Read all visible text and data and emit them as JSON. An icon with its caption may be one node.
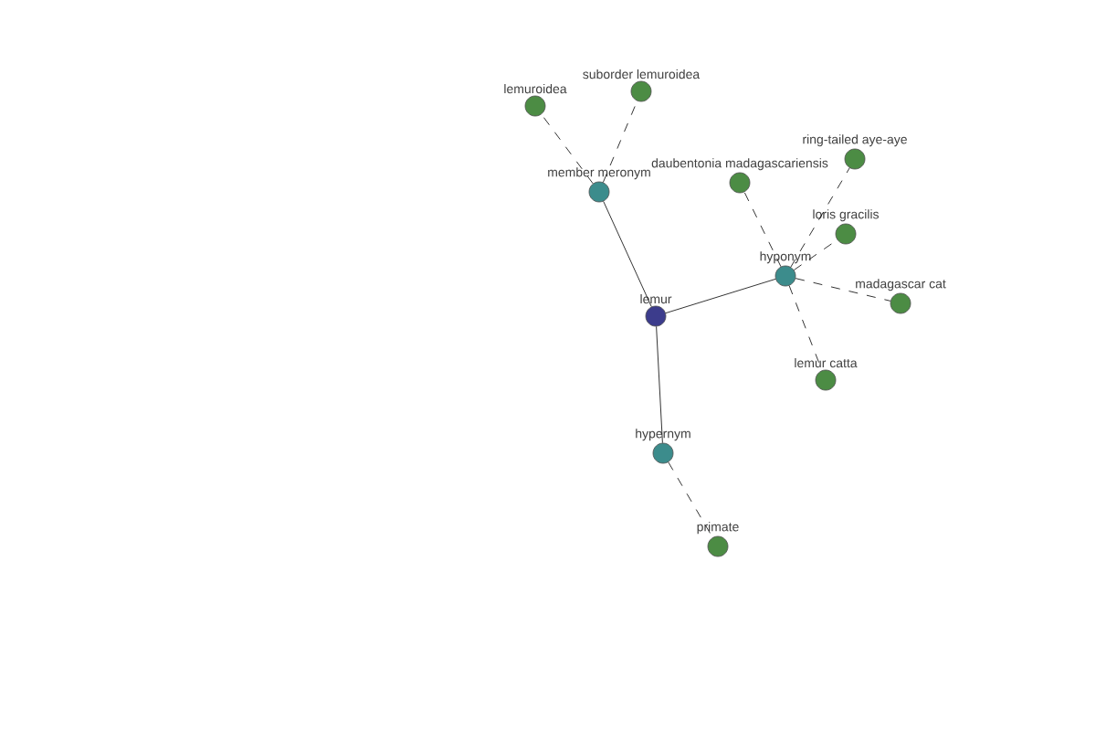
{
  "diagram": {
    "nodes": [
      {
        "text": [
          "lemur"
        ]
      },
      {
        "text": [
          "member meronym"
        ]
      },
      {
        "text": [
          "lemuroidea"
        ]
      },
      {
        "text": [
          "suborder lemuroidea"
        ]
      },
      {
        "text": [
          "hyponym"
        ]
      },
      {
        "text": [
          "daubentonia madagascariensis"
        ]
      },
      {
        "text": [
          "ring-tailed aye-aye"
        ]
      },
      {
        "text": [
          "loris gracilis"
        ]
      },
      {
        "text": [
          "madagascar cat"
        ]
      },
      {
        "text": [
          "lemur catta"
        ]
      },
      {
        "text": [
          "hypernym"
        ]
      },
      {
        "text": [
          "primate"
        ]
      }
    ],
    "edges": [
      {
        "from": 0,
        "to": 1,
        "arrow": "none"
      },
      {
        "from": 1,
        "to": 2,
        "arrow": "none",
        "style": "dashed"
      },
      {
        "from": 1,
        "to": 3,
        "arrow": "none",
        "style": "dashed"
      },
      {
        "from": 0,
        "to": 4,
        "arrow": "none"
      },
      {
        "from": 4,
        "to": 5,
        "arrow": "none",
        "style": "dashed"
      },
      {
        "from": 4,
        "to": 6,
        "arrow": "none",
        "style": "dashed"
      },
      {
        "from": 4,
        "to": 7,
        "arrow": "none",
        "style": "dashed"
      },
      {
        "from": 4,
        "to": 8,
        "arrow": "none",
        "style": "dashed"
      },
      {
        "from": 4,
        "to": 9,
        "arrow": "none",
        "style": "dashed"
      },
      {
        "from": 0,
        "to": 10,
        "arrow": "none"
      },
      {
        "from": 10,
        "to": 11,
        "arrow": "none",
        "style": "dashed"
      }
    ]
  }
}
